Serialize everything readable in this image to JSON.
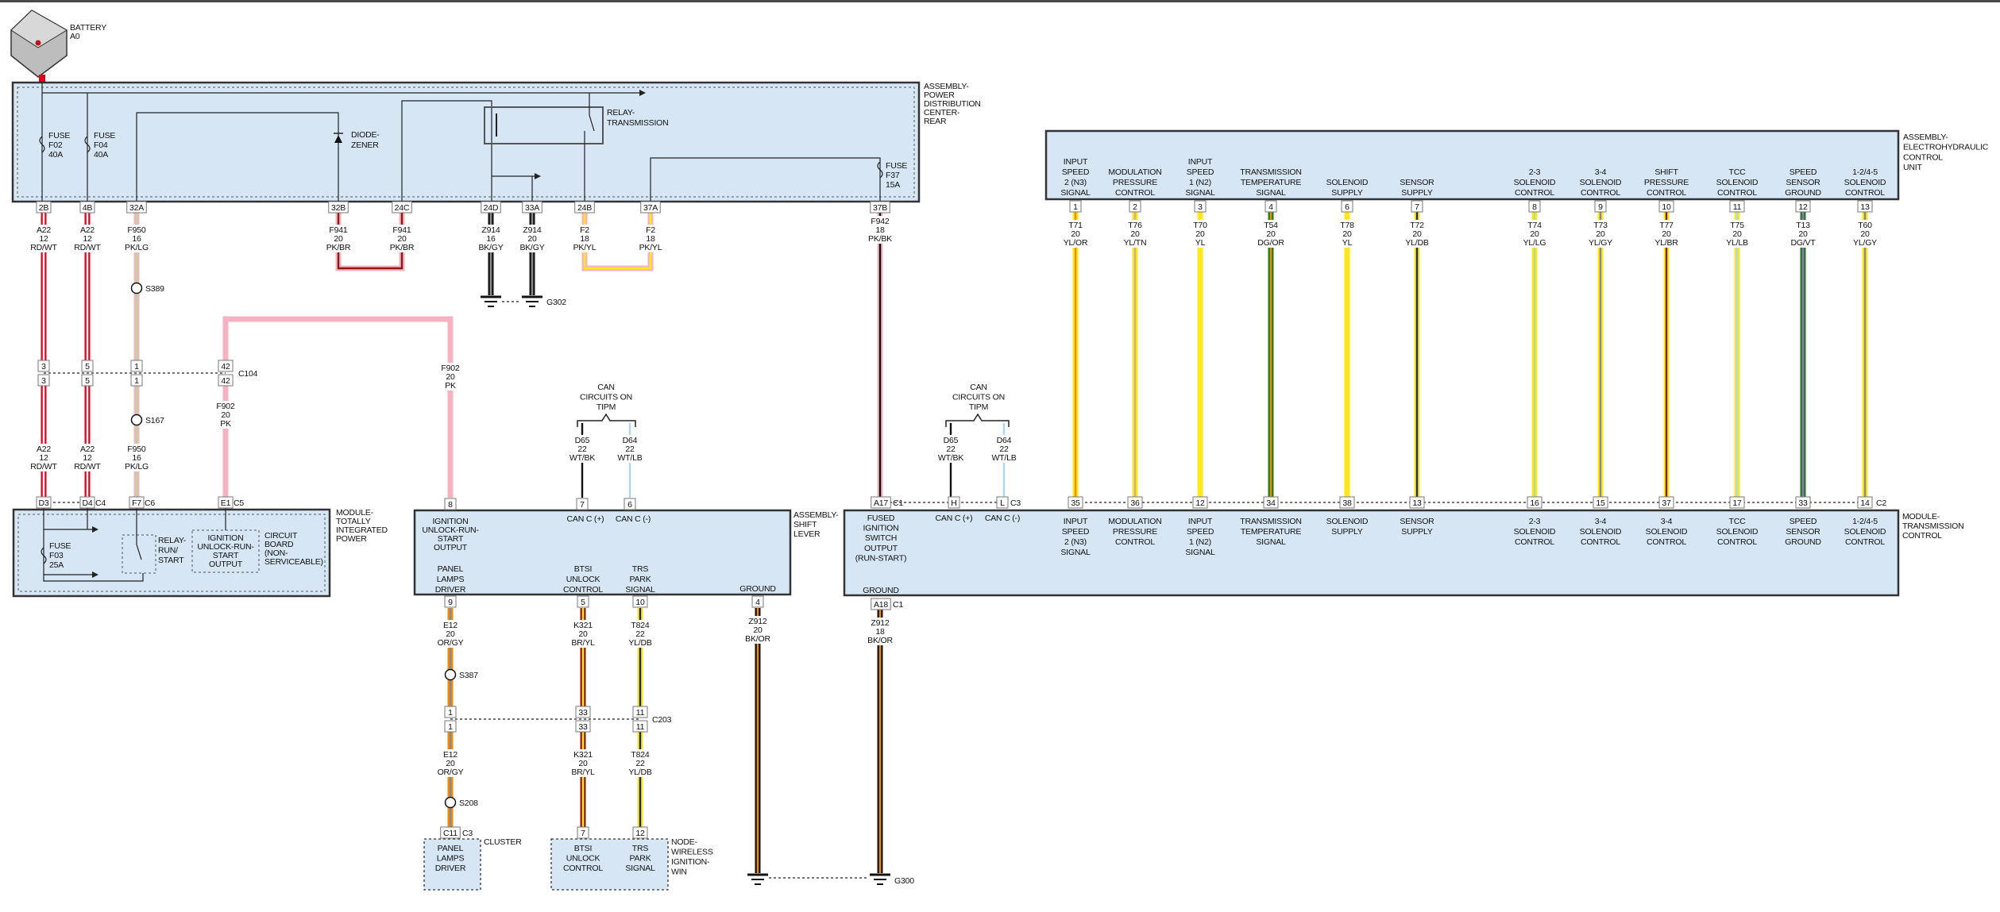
{
  "battery": {
    "lines": [
      "BATTERY",
      "A0"
    ]
  },
  "wire_colors": {
    "RD": "#e3001b",
    "WT": "#ffffff",
    "PK": "#f5b3c1",
    "LG": "#b9d69b",
    "BR": "#8c1a10",
    "BK": "#111111",
    "GY": "#8a8a8a",
    "YL": "#ffe81a",
    "OR": "#f08c00",
    "TN": "#d2b48c",
    "DG": "#1e7b22",
    "DB": "#1b2a7a",
    "LB": "#a9d8f0",
    "VT": "#a070c0"
  },
  "component_fill": "#d6e6f5",
  "pdc": {
    "lines": [
      "ASSEMBLY-",
      "POWER",
      "DISTRIBUTION",
      "CENTER-",
      "REAR"
    ],
    "fuse_f02": [
      "FUSE",
      "F02",
      "40A"
    ],
    "fuse_f04": [
      "FUSE",
      "F04",
      "40A"
    ],
    "fuse_f37": [
      "FUSE",
      "F37",
      "15A"
    ],
    "diode": [
      "DIODE-",
      "ZENER"
    ],
    "relay": [
      "RELAY-",
      "TRANSMISSION"
    ],
    "pins": [
      "2B",
      "4B",
      "32A",
      "32B",
      "24C",
      "24D",
      "33A",
      "24B",
      "37A",
      "37B"
    ]
  },
  "ehcu": {
    "lines": [
      "ASSEMBLY-",
      "ELECTROHYDRAULIC",
      "CONTROL",
      "UNIT"
    ],
    "pins": [
      "1",
      "2",
      "3",
      "4",
      "6",
      "7",
      "8",
      "9",
      "10",
      "11",
      "12",
      "13"
    ],
    "functions": [
      [
        "INPUT",
        "SPEED",
        "2 (N3)",
        "SIGNAL"
      ],
      [
        "MODULATION",
        "PRESSURE",
        "CONTROL"
      ],
      [
        "INPUT",
        "SPEED",
        "1 (N2)",
        "SIGNAL"
      ],
      [
        "TRANSMISSION",
        "TEMPERATURE",
        "SIGNAL"
      ],
      [
        "SOLENOID",
        "SUPPLY"
      ],
      [
        "SENSOR",
        "SUPPLY"
      ],
      [
        "2-3",
        "SOLENOID",
        "CONTROL"
      ],
      [
        "3-4",
        "SOLENOID",
        "CONTROL"
      ],
      [
        "SHIFT",
        "PRESSURE",
        "CONTROL"
      ],
      [
        "TCC",
        "SOLENOID",
        "CONTROL"
      ],
      [
        "SPEED",
        "SENSOR",
        "GROUND"
      ],
      [
        "1-2/4-5",
        "SOLENOID",
        "CONTROL"
      ]
    ]
  },
  "tipm": {
    "lines": [
      "MODULE-",
      "TOTALLY",
      "INTEGRATED",
      "POWER"
    ],
    "fuse": [
      "FUSE",
      "F03",
      "25A"
    ],
    "relay": [
      "RELAY-",
      "RUN/",
      "START"
    ],
    "board_output": [
      "IGNITION",
      "UNLOCK-RUN-",
      "START",
      "OUTPUT"
    ],
    "board": [
      "CIRCUIT",
      "BOARD",
      "(NON-",
      "SERVICEABLE)"
    ],
    "pins": [
      "D3",
      "D4",
      "F7",
      "E1"
    ],
    "connectors": [
      "C4",
      "C6",
      "C5"
    ]
  },
  "shift_lever": {
    "lines": [
      "ASSEMBLY-",
      "SHIFT",
      "LEVER"
    ],
    "top_pins": [
      "8",
      "7",
      "6"
    ],
    "ign_output": [
      "IGNITION",
      "UNLOCK-RUN-",
      "START",
      "OUTPUT"
    ],
    "can_plus": "CAN C (+)",
    "can_minus": "CAN C (-)",
    "panel_lamps": [
      "PANEL",
      "LAMPS",
      "DRIVER"
    ],
    "btsi": [
      "BTSI",
      "UNLOCK",
      "CONTROL"
    ],
    "trs": [
      "TRS",
      "PARK",
      "SIGNAL"
    ],
    "ground": "GROUND",
    "bottom_pins": [
      "9",
      "5",
      "10",
      "4"
    ]
  },
  "tcm": {
    "lines": [
      "MODULE-",
      "TRANSMISSION",
      "CONTROL"
    ],
    "fused_ign": [
      "FUSED",
      "IGNITION",
      "SWITCH",
      "OUTPUT",
      "(RUN-START)"
    ],
    "can_plus": "CAN C (+)",
    "can_minus": "CAN C (-)",
    "ground": "GROUND",
    "pin_a17": "A17",
    "pin_a18": "A18",
    "c1": "C1",
    "c1b": "C1",
    "pin_h": "H",
    "pin_l": "L",
    "c3": "C3",
    "c2": "C2",
    "c2_pins": [
      "35",
      "36",
      "12",
      "34",
      "38",
      "13",
      "16",
      "15",
      "37",
      "17",
      "33",
      "14"
    ],
    "functions": [
      [
        "INPUT",
        "SPEED",
        "2 (N3)",
        "SIGNAL"
      ],
      [
        "MODULATION",
        "PRESSURE",
        "CONTROL"
      ],
      [
        "INPUT",
        "SPEED",
        "1 (N2)",
        "SIGNAL"
      ],
      [
        "TRANSMISSION",
        "TEMPERATURE",
        "SIGNAL"
      ],
      [
        "SOLENOID",
        "SUPPLY"
      ],
      [
        "SENSOR",
        "SUPPLY"
      ],
      [
        "2-3",
        "SOLENOID",
        "CONTROL"
      ],
      [
        "3-4",
        "SOLENOID",
        "CONTROL"
      ],
      [
        "3-4",
        "SOLENOID",
        "CONTROL"
      ],
      [
        "TCC",
        "SOLENOID",
        "CONTROL"
      ],
      [
        "SPEED",
        "SENSOR",
        "GROUND"
      ],
      [
        "1-2/4-5",
        "SOLENOID",
        "CONTROL"
      ]
    ]
  },
  "cluster": {
    "label": "CLUSTER",
    "pin": "C11",
    "connector": "C3",
    "function": [
      "PANEL",
      "LAMPS",
      "DRIVER"
    ]
  },
  "wireless_node": {
    "lines": [
      "NODE-",
      "WIRELESS",
      "IGNITION-",
      "WIN"
    ],
    "pins": [
      "7",
      "12"
    ],
    "btsi": [
      "BTSI",
      "UNLOCK",
      "CONTROL"
    ],
    "trs": [
      "TRS",
      "PARK",
      "SIGNAL"
    ]
  },
  "c104": {
    "label": "C104",
    "pins": [
      "3",
      "5",
      "1",
      "42"
    ]
  },
  "c203": {
    "label": "C203",
    "pins": [
      "1",
      "33",
      "11"
    ]
  },
  "splices": {
    "s389": "S389",
    "s167": "S167",
    "s387": "S387",
    "s208": "S208"
  },
  "grounds": {
    "g302": "G302",
    "g300": "G300"
  },
  "can_note_left": [
    "CAN",
    "CIRCUITS ON",
    "TIPM"
  ],
  "can_note_right": [
    "CAN",
    "CIRCUITS ON",
    "TIPM"
  ],
  "wires": [
    {
      "circuit": "A22",
      "gauge": "12",
      "color": "RD/WT"
    },
    {
      "circuit": "A22",
      "gauge": "12",
      "color": "RD/WT"
    },
    {
      "circuit": "F950",
      "gauge": "16",
      "color": "PK/LG"
    },
    {
      "circuit": "F941",
      "gauge": "20",
      "color": "PK/BR"
    },
    {
      "circuit": "F941",
      "gauge": "20",
      "color": "PK/BR"
    },
    {
      "circuit": "Z914",
      "gauge": "16",
      "color": "BK/GY"
    },
    {
      "circuit": "Z914",
      "gauge": "20",
      "color": "BK/GY"
    },
    {
      "circuit": "F2",
      "gauge": "18",
      "color": "PK/YL"
    },
    {
      "circuit": "F2",
      "gauge": "18",
      "color": "PK/YL"
    },
    {
      "circuit": "F942",
      "gauge": "18",
      "color": "PK/BK"
    },
    {
      "circuit": "A22",
      "gauge": "12",
      "color": "RD/WT"
    },
    {
      "circuit": "A22",
      "gauge": "12",
      "color": "RD/WT"
    },
    {
      "circuit": "F950",
      "gauge": "16",
      "color": "PK/LG"
    },
    {
      "circuit": "F902",
      "gauge": "20",
      "color": "PK"
    },
    {
      "circuit": "F902",
      "gauge": "20",
      "color": "PK"
    },
    {
      "circuit": "D65",
      "gauge": "22",
      "color": "WT/BK"
    },
    {
      "circuit": "D64",
      "gauge": "22",
      "color": "WT/LB"
    },
    {
      "circuit": "E12",
      "gauge": "20",
      "color": "OR/GY"
    },
    {
      "circuit": "K321",
      "gauge": "20",
      "color": "BR/YL"
    },
    {
      "circuit": "T824",
      "gauge": "22",
      "color": "YL/DB"
    },
    {
      "circuit": "Z912",
      "gauge": "20",
      "color": "BK/OR"
    },
    {
      "circuit": "E12",
      "gauge": "20",
      "color": "OR/GY"
    },
    {
      "circuit": "K321",
      "gauge": "20",
      "color": "BR/YL"
    },
    {
      "circuit": "T824",
      "gauge": "22",
      "color": "YL/DB"
    },
    {
      "circuit": "Z912",
      "gauge": "18",
      "color": "BK/OR"
    },
    {
      "circuit": "D65",
      "gauge": "22",
      "color": "WT/BK"
    },
    {
      "circuit": "D64",
      "gauge": "22",
      "color": "WT/LB"
    },
    {
      "circuit": "T71",
      "gauge": "20",
      "color": "YL/OR"
    },
    {
      "circuit": "T76",
      "gauge": "20",
      "color": "YL/TN"
    },
    {
      "circuit": "T70",
      "gauge": "20",
      "color": "YL"
    },
    {
      "circuit": "T54",
      "gauge": "20",
      "color": "DG/OR"
    },
    {
      "circuit": "T78",
      "gauge": "20",
      "color": "YL"
    },
    {
      "circuit": "T72",
      "gauge": "20",
      "color": "YL/DB"
    },
    {
      "circuit": "T74",
      "gauge": "20",
      "color": "YL/LG"
    },
    {
      "circuit": "T73",
      "gauge": "20",
      "color": "YL/GY"
    },
    {
      "circuit": "T77",
      "gauge": "20",
      "color": "YL/BR"
    },
    {
      "circuit": "T75",
      "gauge": "20",
      "color": "YL/LB"
    },
    {
      "circuit": "T13",
      "gauge": "20",
      "color": "DG/VT"
    },
    {
      "circuit": "T60",
      "gauge": "20",
      "color": "YL/GY"
    }
  ]
}
